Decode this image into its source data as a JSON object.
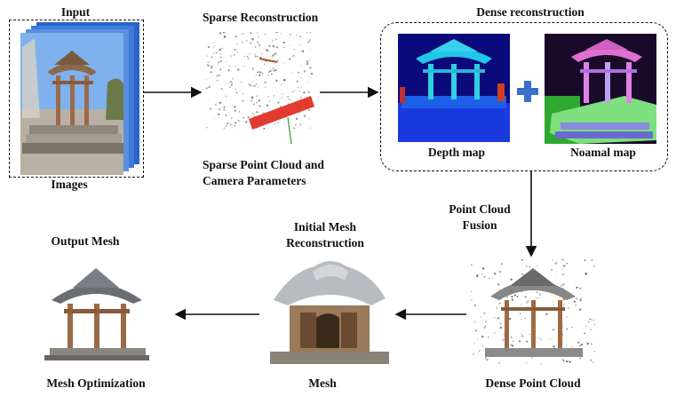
{
  "labels": {
    "input": "Input",
    "images": "Images",
    "sparse_title": "Sparse Reconstruction",
    "sparse_caption_line1": "Sparse Point Cloud and",
    "sparse_caption_line2": "Camera Parameters",
    "dense_title": "Dense reconstruction",
    "depth_map": "Depth  map",
    "normal_map": "Noamal map",
    "fusion_line1": "Point Cloud",
    "fusion_line2": "Fusion",
    "dense_point_cloud": "Dense Point Cloud",
    "initial_mesh_line1": "Initial Mesh",
    "initial_mesh_line2": "Reconstruction",
    "mesh": "Mesh",
    "output_mesh": "Output Mesh",
    "mesh_optimization": "Mesh  Optimization"
  },
  "colors": {
    "arrow": "#111111",
    "plus": "#3a6fc7",
    "depth_bg": "#0a0a7a",
    "normal_bg": "#1a0a2a",
    "camera_red": "#e23b2f"
  },
  "icons": {
    "plus": "plus-icon",
    "pavilion": "pavilion-illustration"
  }
}
